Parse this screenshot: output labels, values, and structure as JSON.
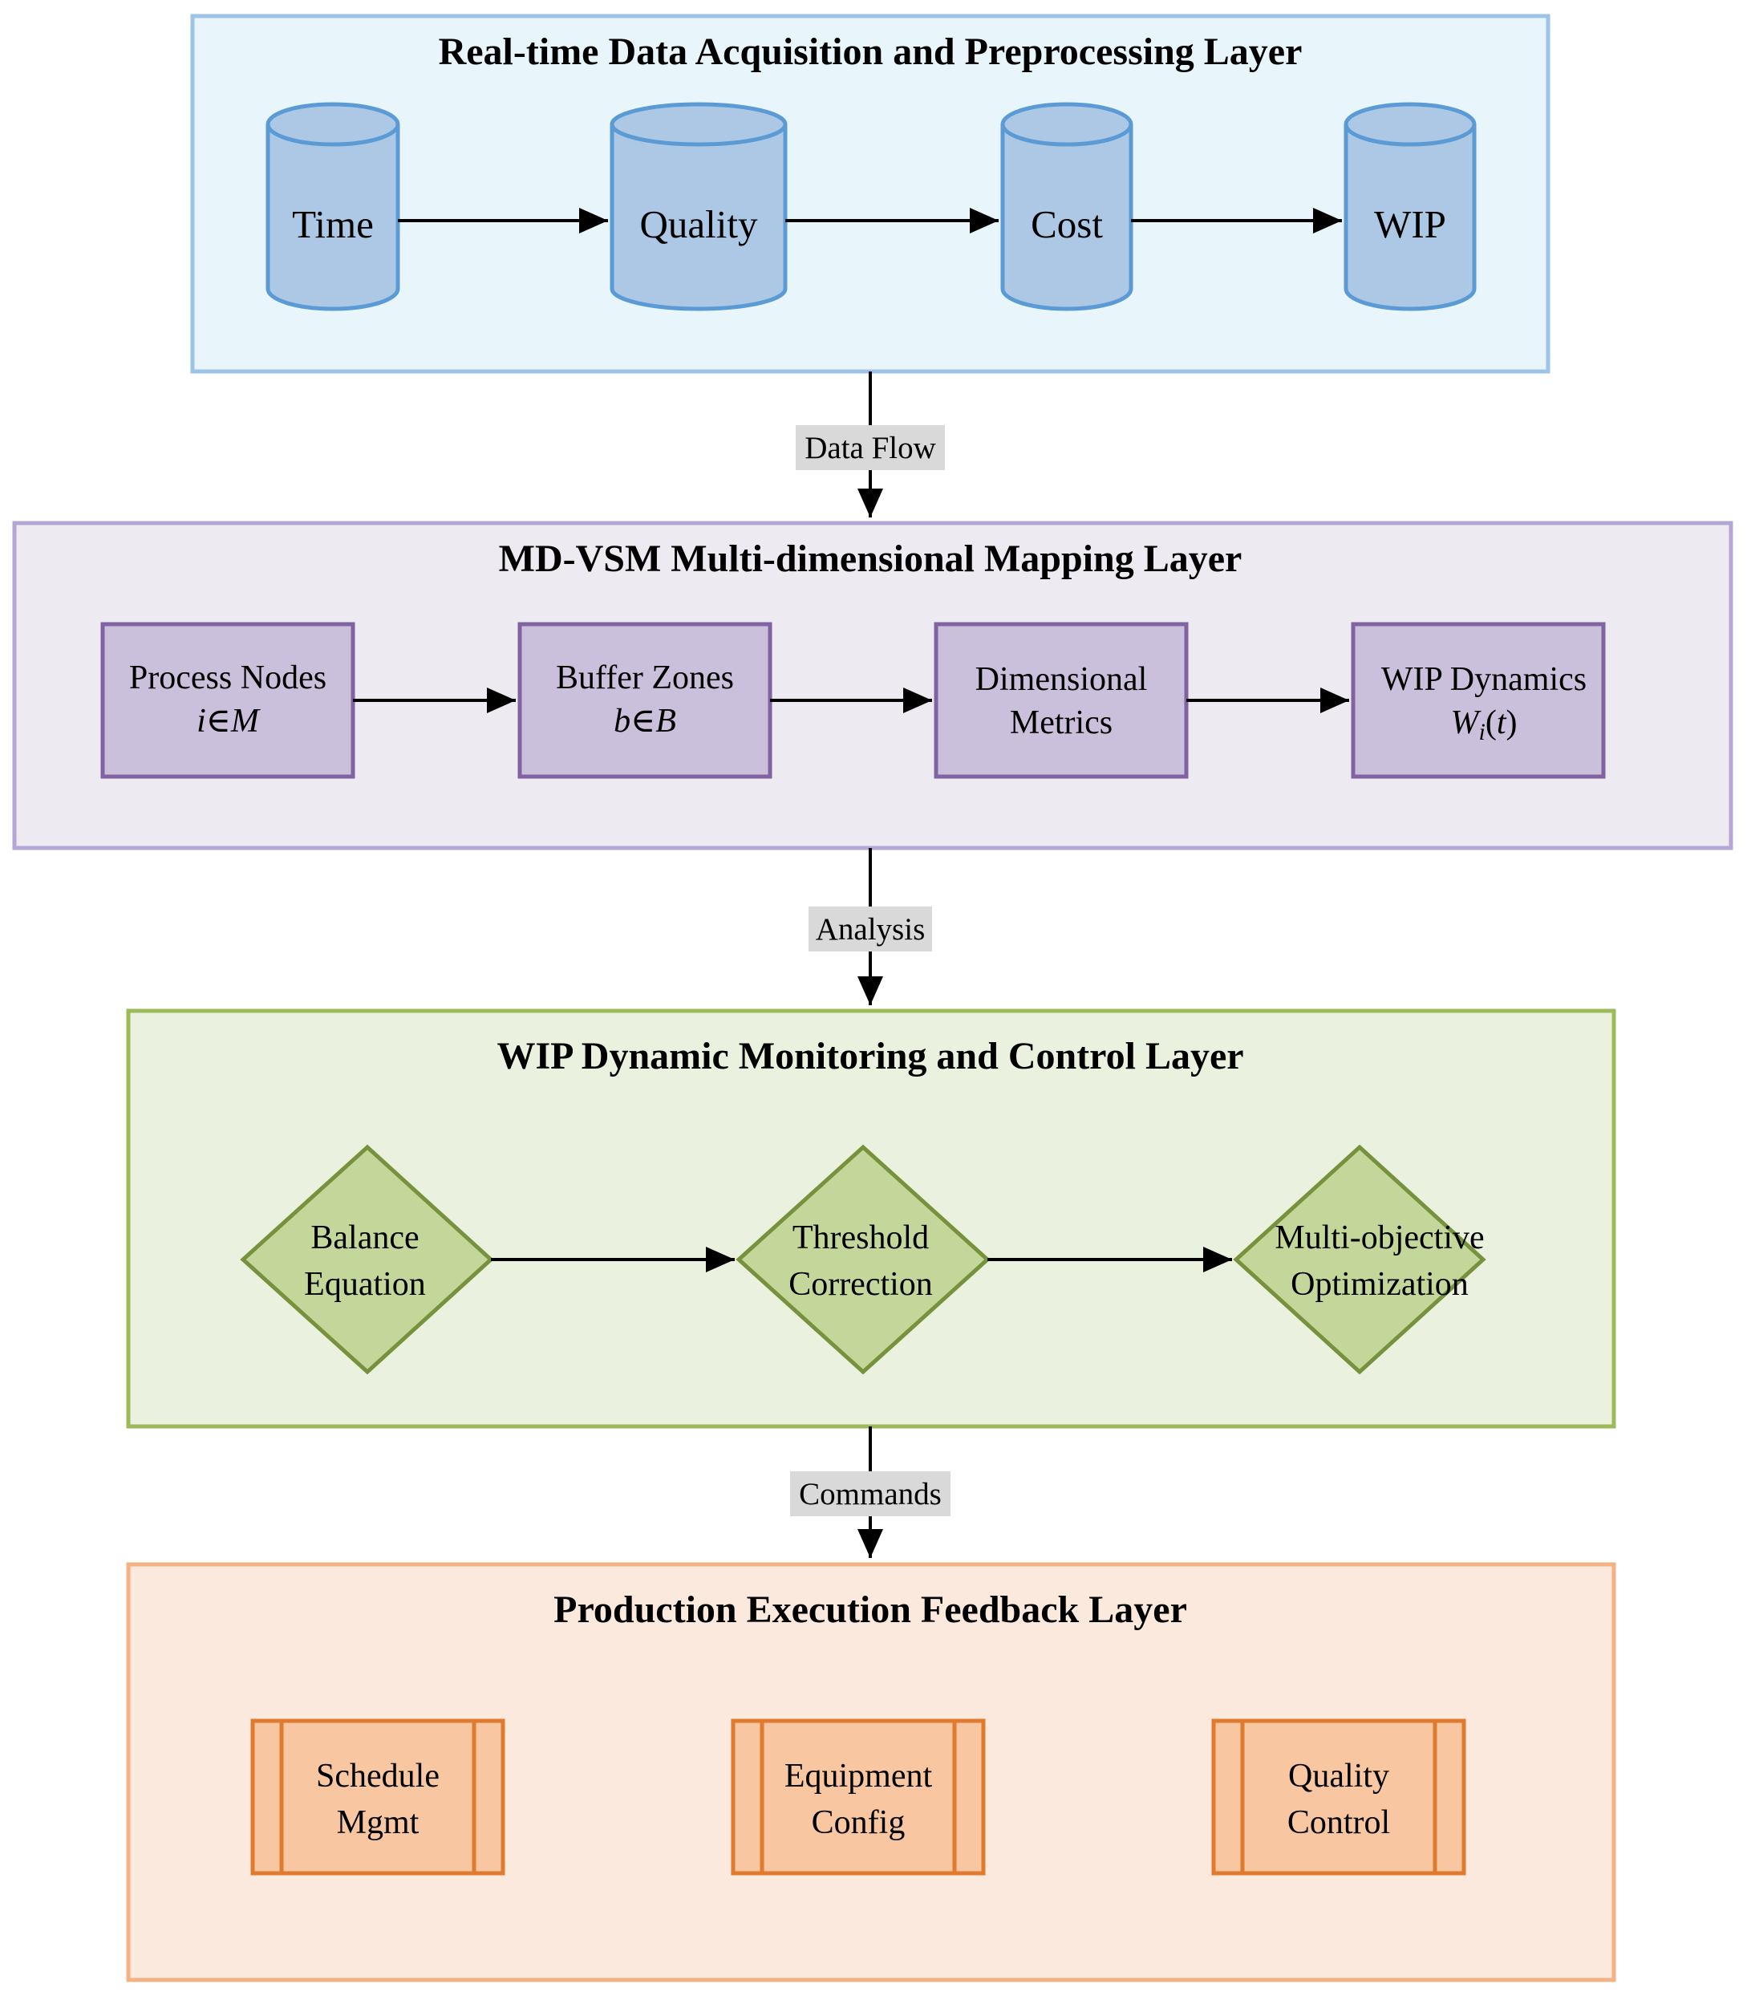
{
  "layers": {
    "acquisition": {
      "title": "Real-time Data Acquisition and Preprocessing Layer",
      "nodes": [
        "Time",
        "Quality",
        "Cost",
        "WIP"
      ]
    },
    "mapping": {
      "title": "MD-VSM Multi-dimensional Mapping Layer",
      "nodes": [
        {
          "line1": "Process Nodes",
          "line2": "i∈M"
        },
        {
          "line1": "Buffer Zones",
          "line2": "b∈B"
        },
        {
          "line1": "Dimensional",
          "line2": "Metrics"
        },
        {
          "line1": "WIP Dynamics",
          "line2_main": "W",
          "line2_sub": "i",
          "line2_rest": "(t)"
        }
      ]
    },
    "monitoring": {
      "title": "WIP Dynamic Monitoring and Control Layer",
      "nodes": [
        {
          "line1": "Balance",
          "line2": "Equation"
        },
        {
          "line1": "Threshold",
          "line2": "Correction"
        },
        {
          "line1": "Multi-objective",
          "line2": "Optimization"
        }
      ]
    },
    "feedback": {
      "title": "Production Execution Feedback Layer",
      "nodes": [
        {
          "line1": "Schedule",
          "line2": "Mgmt"
        },
        {
          "line1": "Equipment",
          "line2": "Config"
        },
        {
          "line1": "Quality",
          "line2": "Control"
        }
      ]
    }
  },
  "connectors": {
    "data_flow": "Data Flow",
    "analysis": "Analysis",
    "commands": "Commands"
  },
  "colors": {
    "acq_fill": "#e8f5fb",
    "acq_stroke": "#9dc3e6",
    "cyl_fill": "#adc8e5",
    "cyl_stroke": "#5b9bd5",
    "map_fill": "#edeaf2",
    "map_stroke": "#b4a7d6",
    "proc_fill": "#cbc0dc",
    "proc_stroke": "#8064a2",
    "mon_fill": "#ebf1df",
    "mon_stroke": "#9bbb59",
    "dia_fill": "#c4d79b",
    "dia_stroke": "#76923c",
    "fb_fill": "#fbe9dd",
    "fb_stroke": "#f4b183",
    "pp_fill": "#f8c7a1",
    "pp_stroke": "#e07a2e",
    "label_bg": "#d9d9d9"
  }
}
